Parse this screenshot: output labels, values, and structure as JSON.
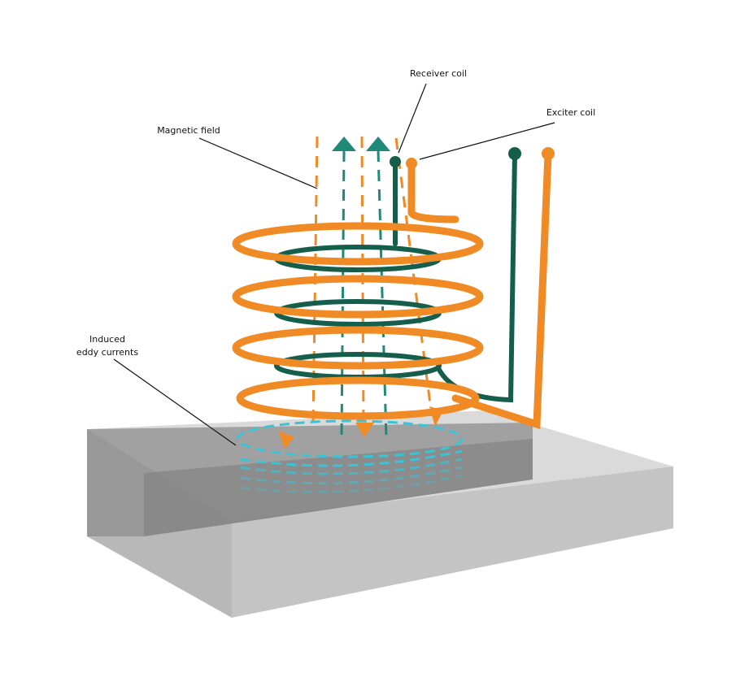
{
  "labels": {
    "receiver_coil": "Receiver coil",
    "exciter_coil": "Exciter coil",
    "magnetic_field": "Magnetic field",
    "induced_line1": "Induced",
    "induced_line2": "eddy currents"
  },
  "colors": {
    "exciter": "#f08a24",
    "receiver": "#155e4c",
    "field_arrow": "#1f8a78",
    "eddy": "#3bc3d6",
    "block": "#9a9a9a"
  }
}
